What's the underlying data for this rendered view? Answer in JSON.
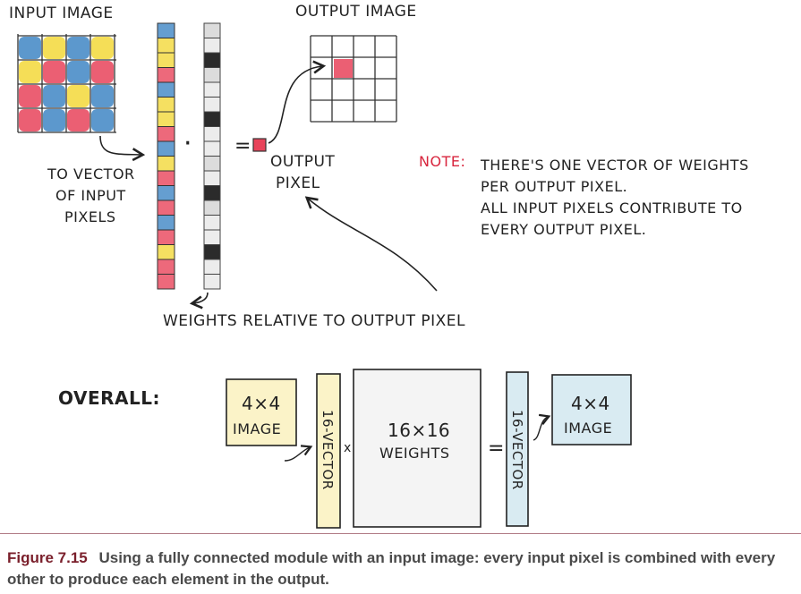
{
  "diagram": {
    "input_label": "INPUT IMAGE",
    "output_label": "OUTPUT IMAGE",
    "to_vector_label": [
      "TO VECTOR",
      "OF INPUT",
      "PIXELS"
    ],
    "dot_symbol": "·",
    "equals_symbol": "=",
    "output_pixel_label": [
      "OUTPUT",
      "PIXEL"
    ],
    "note_label": "NOTE:",
    "note_lines": [
      "THERE'S ONE VECTOR OF WEIGHTS",
      "PER OUTPUT PIXEL.",
      "ALL INPUT PIXELS CONTRIBUTE TO",
      "EVERY OUTPUT PIXEL."
    ],
    "weights_label": "WEIGHTS RELATIVE TO OUTPUT PIXEL",
    "overall_label": "OVERALL:",
    "input_box": [
      "4×4",
      "IMAGE"
    ],
    "vector_label": "16-VECTOR",
    "times_symbol": "x",
    "weights_box": [
      "16×16",
      "WEIGHTS"
    ],
    "output_box": [
      "4×4",
      "IMAGE"
    ],
    "colors": {
      "red": "#e8435a",
      "blue": "#3f86c4",
      "yellow": "#f3d83a",
      "note_red": "#d8263e",
      "input_box_fill": "#fbf3c8",
      "output_box_fill": "#d9ebf2",
      "weights_fill": "#f4f4f4"
    }
  },
  "caption": {
    "label": "Figure 7.15",
    "text": "Using a fully connected module with an input image: every input pixel is combined with every other to produce each element in the output."
  }
}
